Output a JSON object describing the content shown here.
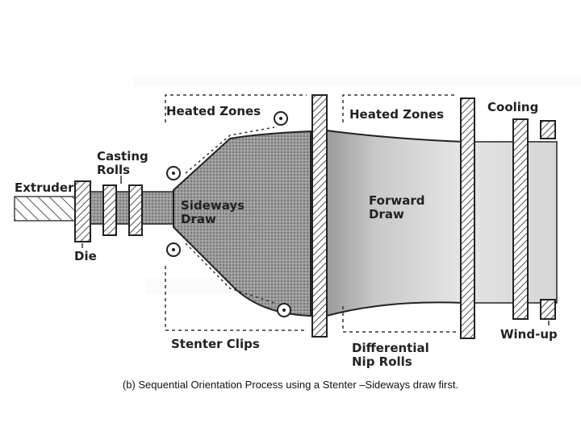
{
  "labels": {
    "heated_zones_left": "Heated Zones",
    "heated_zones_right": "Heated Zones",
    "cooling": "Cooling",
    "casting_rolls_1": "Casting",
    "casting_rolls_2": "Rolls",
    "extruder": "Extruder",
    "sideways_draw_1": "Sideways",
    "sideways_draw_2": "Draw",
    "forward_draw_1": "Forward",
    "forward_draw_2": "Draw",
    "die": "Die",
    "stenter_clips": "Stenter Clips",
    "differential_1": "Differential",
    "differential_2": "Nip Rolls",
    "wind_up": "Wind-up"
  },
  "caption": "(b) Sequential Orientation Process using a Stenter –Sideways draw first.",
  "colors": {
    "ink": "#222222",
    "film_dense": "#8a8a8a",
    "film_medium": "#b8b8b8",
    "film_light": "#dcdcdc",
    "paper": "#ffffff"
  }
}
